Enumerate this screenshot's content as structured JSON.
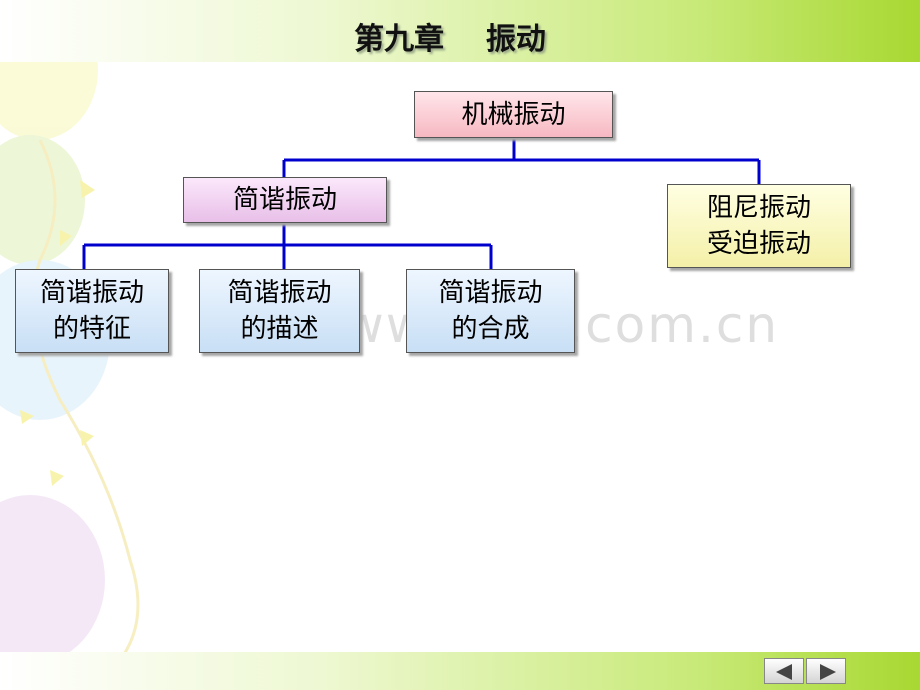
{
  "header": {
    "title": "第九章    振动"
  },
  "diagram": {
    "root": "机械振动",
    "branch_left": "简谐振动",
    "branch_right": {
      "line1": "阻尼振动",
      "line2": "受迫振动"
    },
    "leaves": [
      {
        "line1": "简谐振动",
        "line2": "的特征"
      },
      {
        "line1": "简谐振动",
        "line2": "的描述"
      },
      {
        "line1": "简谐振动",
        "line2": "的合成"
      }
    ],
    "line_color": "#0000cc"
  },
  "watermark": "www.zixin.com.cn",
  "nav": {
    "prev_icon": "triangle-left-icon",
    "next_icon": "triangle-right-icon"
  },
  "colors": {
    "bar_green": "#a8d832",
    "root_fill": "#f7b8c2",
    "left_fill": "#e8bfe8",
    "right_fill": "#f4f0a8",
    "leaf_fill": "#c8dff5"
  }
}
